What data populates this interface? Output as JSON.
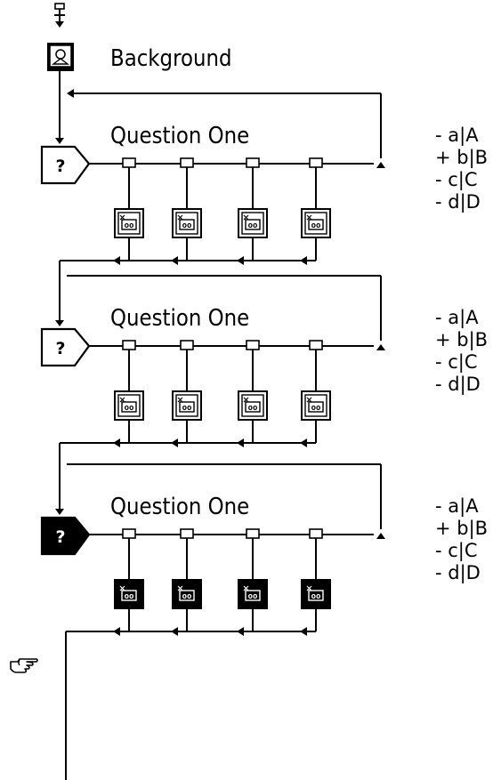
{
  "flowline": {
    "start_icon": "flow-start-icon",
    "background": {
      "label": "Background",
      "icon": "display-icon"
    },
    "pointer_icon": "pointing-hand-icon",
    "interactions": [
      {
        "label": "Question One",
        "icon": "interaction-icon",
        "selected": false,
        "responses": [
          "- a|A",
          "+ b|B",
          "- c|C",
          "- d|D"
        ]
      },
      {
        "label": "Question One",
        "icon": "interaction-icon",
        "selected": false,
        "responses": [
          "- a|A",
          "+ b|B",
          "- c|C",
          "- d|D"
        ]
      },
      {
        "label": "Question One",
        "icon": "interaction-icon",
        "selected": true,
        "responses": [
          "- a|A",
          "+ b|B",
          "- c|C",
          "- d|D"
        ]
      }
    ]
  },
  "colors": {
    "line": "#000000",
    "background": "#ffffff",
    "selected": "#000000"
  }
}
